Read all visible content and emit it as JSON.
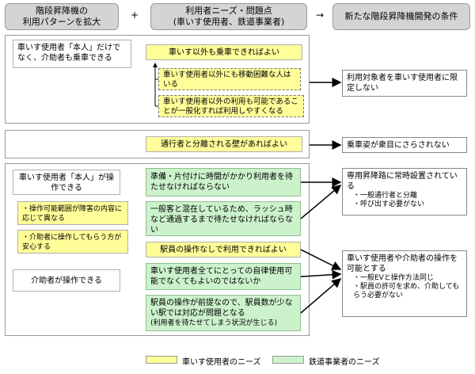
{
  "header": {
    "h1_line1": "階段昇降機の",
    "h1_line2": "利用パターンを拡大",
    "plus": "+",
    "h2_line1": "利用者ニーズ・問題点",
    "h2_line2": "(車いす使用者、鉄道事業者)",
    "arrow": "→",
    "h3": "新たな階段昇降機開発の条件"
  },
  "section1": {
    "left": "車いす使用者「本人」だけでなく、介助者も乗車できる",
    "yellow": "車いす以外も乗車できればよい",
    "dashed1": "車いす使用者以外にも移動困難な人はいる",
    "dashed2": "車いす使用者以外の利用も可能であることが一般化すれば利用しやすくなる",
    "result": "利用対象者を車いす使用者に限定しない"
  },
  "section2": {
    "yellow": "通行者と分離される壁があればよい",
    "result": "乗車姿が衆目にさらされない"
  },
  "section3": {
    "left_top": "車いす使用者「本人」が操作できる",
    "left_y1": "・操作可能範囲が障害の内容に応じて異なる",
    "left_y2": "・介助者に操作してもらう方が安心する",
    "left_bottom": "介助者が操作できる",
    "g1": "準備・片付けに時間がかかり利用者を待たせなければならない",
    "g2": "一般客と混在しているため、ラッシュ時など通過するまで待たせなければならない",
    "y_mid": "駅員の操作なしで利用できればよい",
    "g3": "車いす使用者全てにとっての自律使用可能でなくてもよいのではないか",
    "g4_main": "駅員の操作が前提なので、駅員数が少ない駅では対応が問題となる",
    "g4_note": "(利用者を待たせてしまう状況が生じる)",
    "r1_main": "専用昇降路に常時設置されている",
    "r1_sub1": "・一般通行者と分離",
    "r1_sub2": "・呼び出す必要がない",
    "r2_main": "車いす使用者や介助者の操作を可能とする",
    "r2_sub1": "・一般EVと操作方法同じ",
    "r2_sub2": "・駅員の許可を求め、介助してもらう必要がない"
  },
  "legend": {
    "yellow_label": "車いす使用者のニーズ",
    "green_label": "鉄道事業者のニーズ"
  },
  "colors": {
    "yellow": "#fffe99",
    "green": "#ccf2cc",
    "header_gray": "#d4d4d4"
  }
}
